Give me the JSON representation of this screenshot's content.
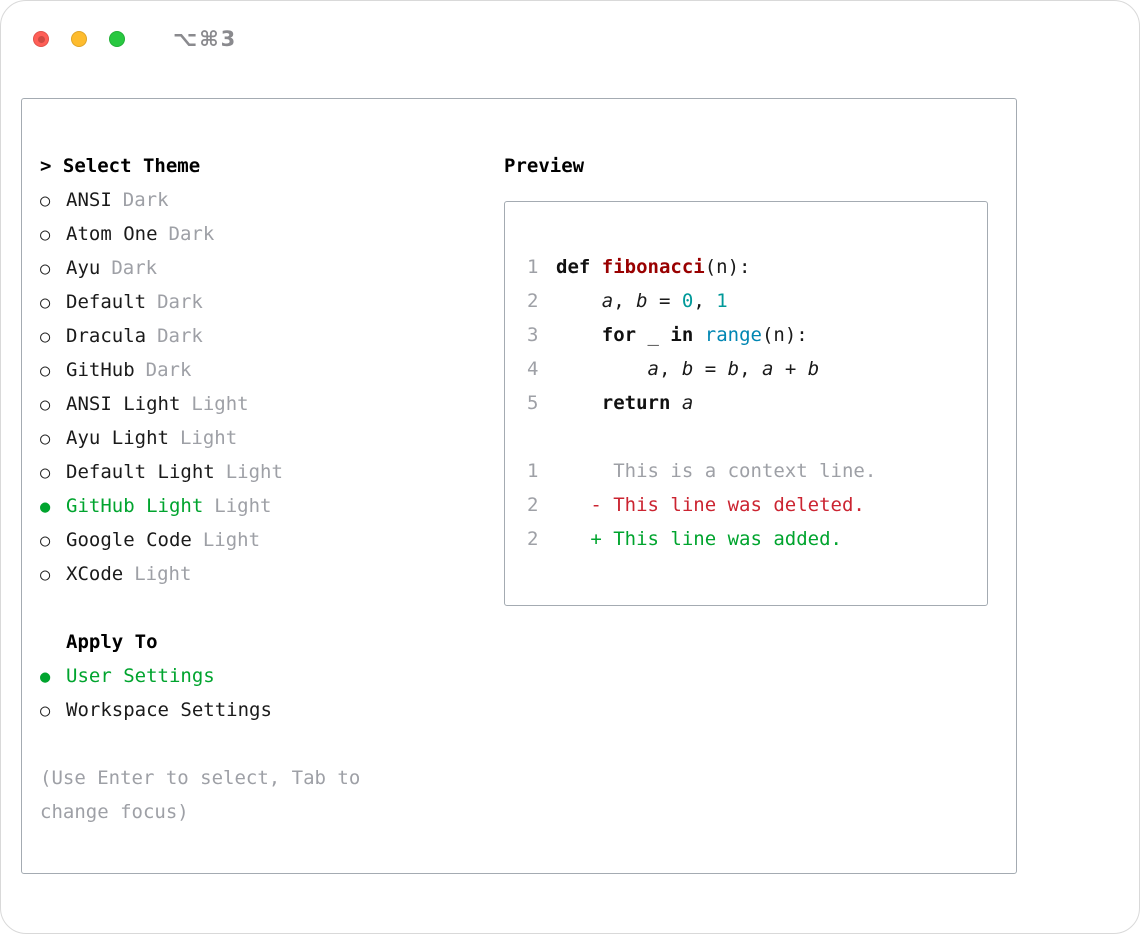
{
  "window": {
    "title": "⌥⌘3"
  },
  "selector": {
    "title": "> Select Theme",
    "items": [
      {
        "name": "ANSI",
        "variant": "Dark",
        "selected": false
      },
      {
        "name": "Atom One",
        "variant": "Dark",
        "selected": false
      },
      {
        "name": "Ayu",
        "variant": "Dark",
        "selected": false
      },
      {
        "name": "Default",
        "variant": "Dark",
        "selected": false
      },
      {
        "name": "Dracula",
        "variant": "Dark",
        "selected": false
      },
      {
        "name": "GitHub",
        "variant": "Dark",
        "selected": false
      },
      {
        "name": "ANSI Light",
        "variant": "Light",
        "selected": false
      },
      {
        "name": "Ayu Light",
        "variant": "Light",
        "selected": false
      },
      {
        "name": "Default Light",
        "variant": "Light",
        "selected": false
      },
      {
        "name": "GitHub Light",
        "variant": "Light",
        "selected": true
      },
      {
        "name": "Google Code",
        "variant": "Light",
        "selected": false
      },
      {
        "name": "XCode",
        "variant": "Light",
        "selected": false
      }
    ],
    "apply_to": {
      "title": "Apply To",
      "options": [
        {
          "name": "User Settings",
          "selected": true
        },
        {
          "name": "Workspace Settings",
          "selected": false
        }
      ]
    },
    "hint_lines": [
      "(Use Enter to select, Tab to",
      "change focus)"
    ]
  },
  "preview": {
    "title": "Preview",
    "code_lines": [
      {
        "num": "1",
        "tokens": [
          {
            "t": "def ",
            "c": "k"
          },
          {
            "t": "fibonacci",
            "c": "nf"
          },
          {
            "t": "(n):",
            "c": "p"
          }
        ]
      },
      {
        "num": "2",
        "tokens": [
          {
            "t": "    ",
            "c": "p"
          },
          {
            "t": "a",
            "c": "v"
          },
          {
            "t": ", ",
            "c": "p"
          },
          {
            "t": "b",
            "c": "v"
          },
          {
            "t": " = ",
            "c": "p"
          },
          {
            "t": "0",
            "c": "m"
          },
          {
            "t": ", ",
            "c": "p"
          },
          {
            "t": "1",
            "c": "m"
          }
        ]
      },
      {
        "num": "3",
        "tokens": [
          {
            "t": "    ",
            "c": "p"
          },
          {
            "t": "for",
            "c": "k"
          },
          {
            "t": " _ ",
            "c": "p"
          },
          {
            "t": "in",
            "c": "k"
          },
          {
            "t": " ",
            "c": "p"
          },
          {
            "t": "range",
            "c": "nb"
          },
          {
            "t": "(n):",
            "c": "p"
          }
        ]
      },
      {
        "num": "4",
        "tokens": [
          {
            "t": "        ",
            "c": "p"
          },
          {
            "t": "a",
            "c": "v"
          },
          {
            "t": ", ",
            "c": "p"
          },
          {
            "t": "b",
            "c": "v"
          },
          {
            "t": " = ",
            "c": "p"
          },
          {
            "t": "b",
            "c": "v"
          },
          {
            "t": ", ",
            "c": "p"
          },
          {
            "t": "a",
            "c": "v"
          },
          {
            "t": " + ",
            "c": "p"
          },
          {
            "t": "b",
            "c": "v"
          }
        ]
      },
      {
        "num": "5",
        "tokens": [
          {
            "t": "    ",
            "c": "p"
          },
          {
            "t": "return",
            "c": "k"
          },
          {
            "t": " ",
            "c": "p"
          },
          {
            "t": "a",
            "c": "v"
          }
        ]
      },
      {
        "num": "",
        "tokens": []
      }
    ],
    "diff_lines": [
      {
        "num": "1",
        "text": "     This is a context line.",
        "type": "context"
      },
      {
        "num": "2",
        "text": "   - This line was deleted.",
        "type": "deleted"
      },
      {
        "num": "2",
        "text": "   + This line was added.",
        "type": "added"
      }
    ]
  },
  "colors": {
    "accent_green": "#00a42e",
    "muted_gray": "#9ea0a6",
    "diff_red": "#cb2431",
    "function_red": "#990000",
    "number_teal": "#009999",
    "builtin_blue": "#0086b3"
  }
}
